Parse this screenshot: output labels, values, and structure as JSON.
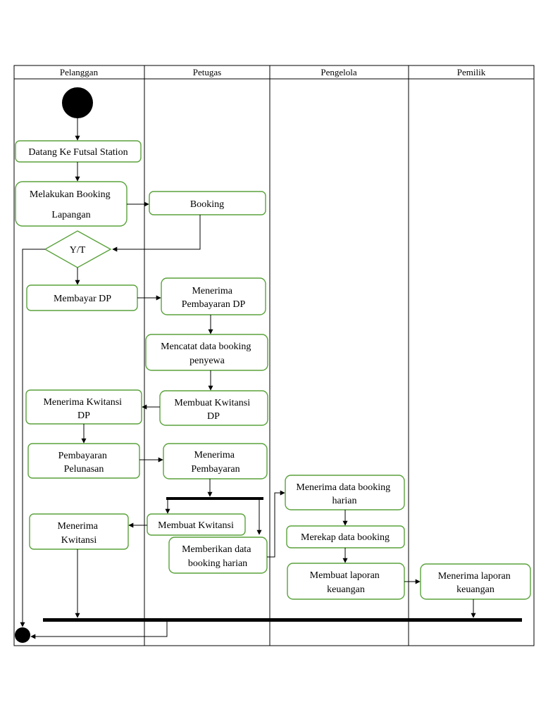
{
  "lanes": [
    "Pelanggan",
    "Petugas",
    "Pengelola",
    "Pemilik"
  ],
  "nodes": {
    "datang": [
      "Datang Ke Futsal Station"
    ],
    "melakukan_booking": [
      "Melakukan Booking",
      "Lapangan"
    ],
    "booking": [
      "Booking"
    ],
    "decision": [
      "Y/T"
    ],
    "membayar_dp": [
      "Membayar DP"
    ],
    "menerima_pembayaran_dp": [
      "Menerima",
      "Pembayaran DP"
    ],
    "mencatat": [
      "Mencatat data booking",
      "penyewa"
    ],
    "membuat_kwitansi_dp": [
      "Membuat Kwitansi",
      "DP"
    ],
    "menerima_kwitansi_dp": [
      "Menerima Kwitansi",
      "DP"
    ],
    "pembayaran_pelunasan": [
      "Pembayaran",
      "Pelunasan"
    ],
    "menerima_pembayaran": [
      "Menerima",
      "Pembayaran"
    ],
    "membuat_kwitansi": [
      "Membuat Kwitansi"
    ],
    "menerima_kwitansi": [
      "Menerima",
      "Kwitansi"
    ],
    "memberikan_data": [
      "Memberikan data",
      "booking harian"
    ],
    "menerima_data": [
      "Menerima data booking",
      "harian"
    ],
    "merekap": [
      "Merekap data booking"
    ],
    "membuat_laporan": [
      "Membuat laporan",
      "keuangan"
    ],
    "menerima_laporan": [
      "Menerima laporan",
      "keuangan"
    ]
  },
  "colors": {
    "activity_border": "#5aa23c",
    "line": "#000000"
  }
}
